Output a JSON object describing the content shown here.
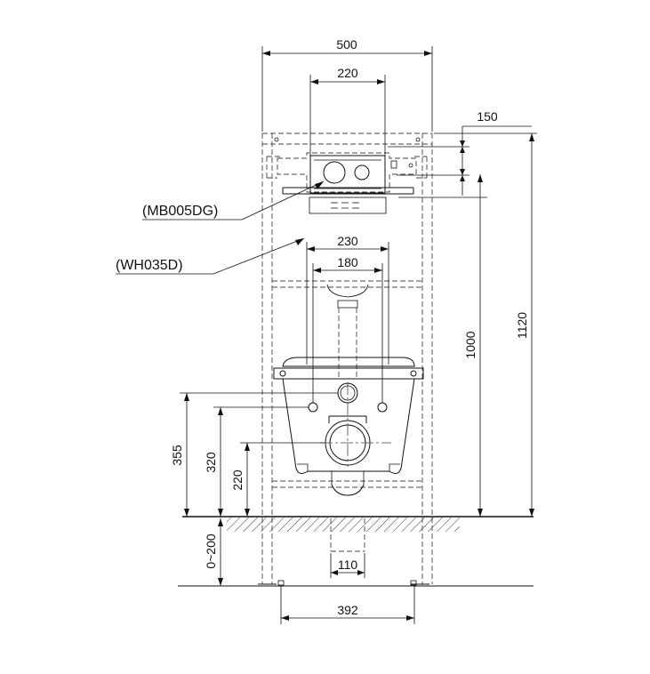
{
  "dimensions": {
    "frame_width": "500",
    "flush_plate_width": "220",
    "top_offset": "150",
    "fixing_outer": "230",
    "fixing_inner": "180",
    "total_height": "1120",
    "frame_height": "1000",
    "height_355": "355",
    "height_320": "320",
    "height_220": "220",
    "foot_range": "0~200",
    "pipe_width": "110",
    "foot_spacing": "392"
  },
  "labels": {
    "flush_plate": "(MB005DG)",
    "frame": "(WH035D)"
  }
}
